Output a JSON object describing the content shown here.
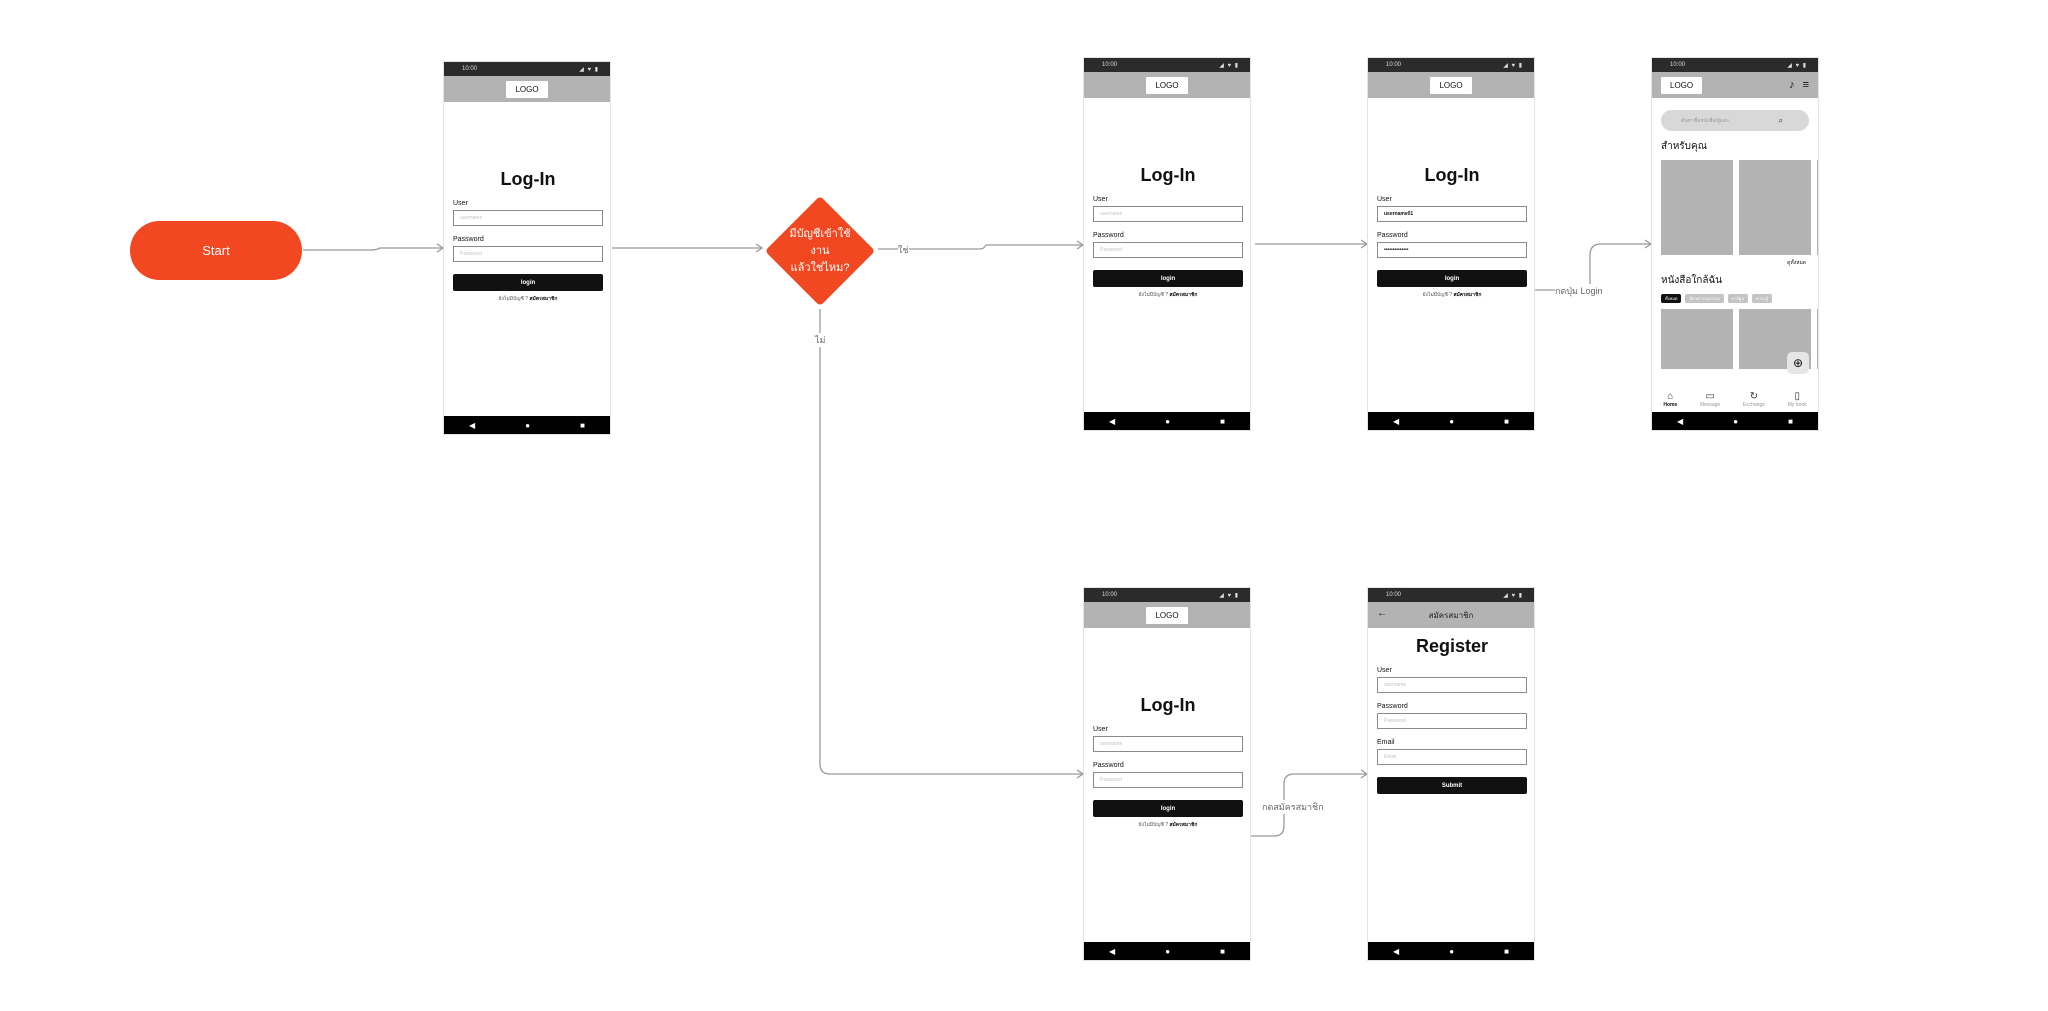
{
  "flow": {
    "start_label": "Start",
    "decision_lines": [
      "มีบัญชีเข้าใช้",
      "งาน",
      "แล้วใช่ไหม?"
    ],
    "yes_label": "ใช่",
    "no_label": "ไม่",
    "press_login_label": "กดปุ่ม Login",
    "press_register_label": "กดสมัครสมาชิก"
  },
  "colors": {
    "accent": "#f24822",
    "appbar": "#b3b3b3",
    "button": "#111111"
  },
  "status_bar": {
    "time": "10:00",
    "icons": "◢ ♥ ▮"
  },
  "nav_buttons": {
    "back": "◀",
    "home": "●",
    "recent": "■"
  },
  "login": {
    "logo": "LOGO",
    "title": "Log-In",
    "user_label": "User",
    "user_placeholder": "username",
    "password_label": "Password",
    "password_placeholder": "Password",
    "button": "login",
    "no_account": "ยังไม่มีบัญชี ?",
    "register_link": "สมัครสมาชิก"
  },
  "login_filled": {
    "user_value": "username01",
    "password_value": "••••••••••••••"
  },
  "home": {
    "logo": "LOGO",
    "bell_icon": "bell-icon",
    "menu_icon": "menu-icon",
    "search_placeholder": "ค้นหาชื่อหนังสือ/ผู้แต่ง",
    "section_for_you": "สำหรับคุณ",
    "see_all": "ดูทั้งหมด",
    "section_nearby": "หนังสือใกล้ฉัน",
    "chips": [
      "ทั้งหมด",
      "นิยาย/วรรณกรรม",
      "การ์ตูน",
      "ความรู้"
    ],
    "tabs": [
      {
        "icon": "⌂",
        "label": "Home"
      },
      {
        "icon": "▭",
        "label": "Message"
      },
      {
        "icon": "↻",
        "label": "Exchange"
      },
      {
        "icon": "▯",
        "label": "My book"
      }
    ]
  },
  "register": {
    "appbar_title": "สมัครสมาชิก",
    "title": "Register",
    "user_label": "User",
    "user_placeholder": "username",
    "password_label": "Password",
    "password_placeholder": "Password",
    "email_label": "Email",
    "email_placeholder": "Email",
    "button": "Submit"
  }
}
